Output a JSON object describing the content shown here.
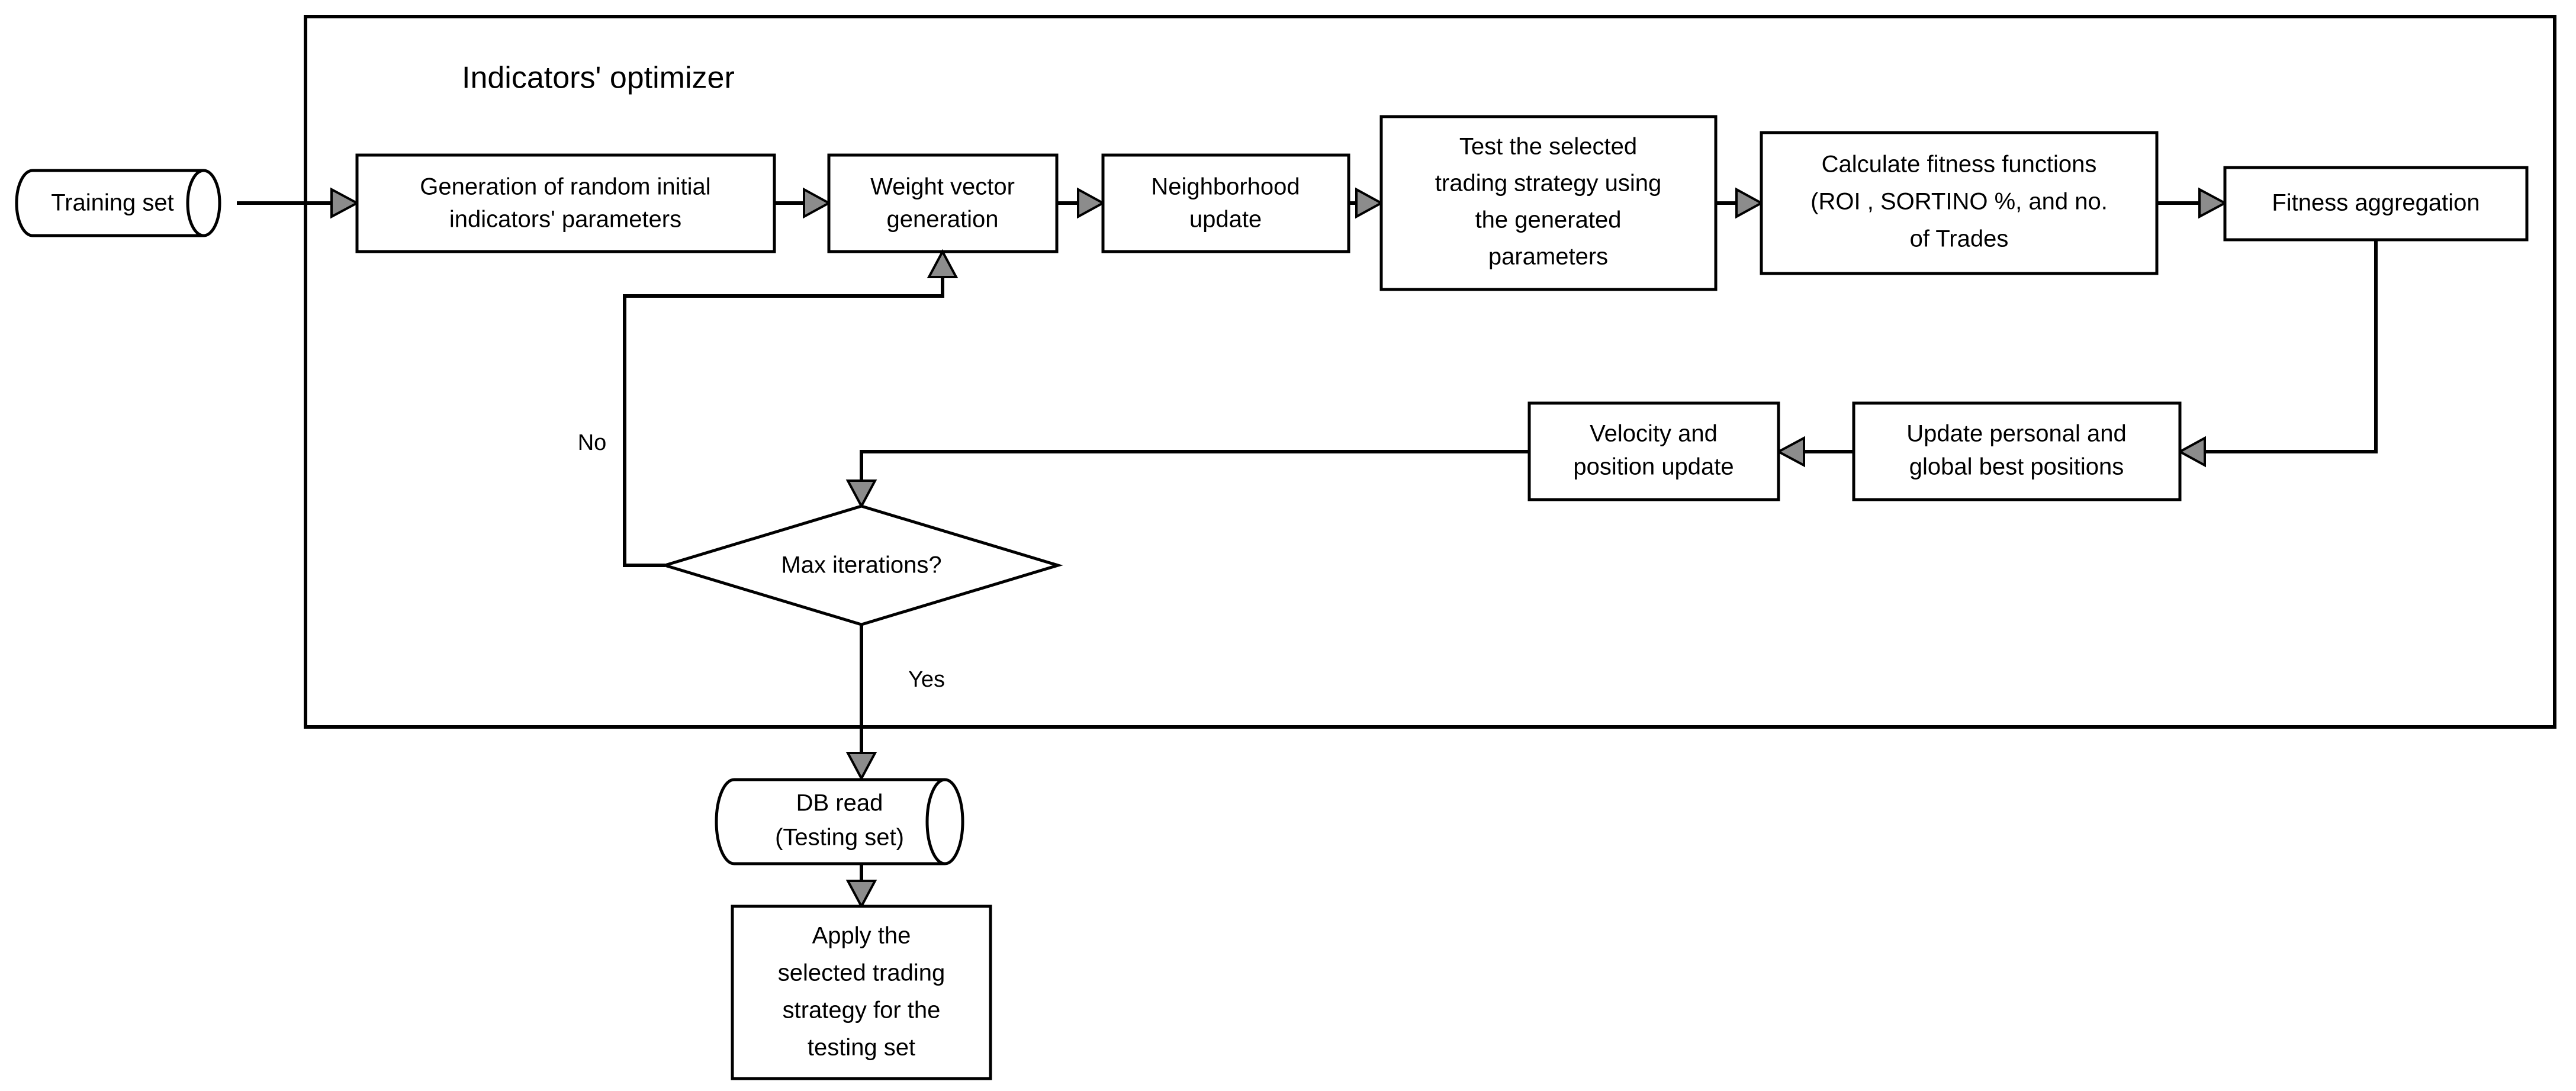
{
  "diagram": {
    "title": "Indicators' optimizer",
    "container_label": "Indicators' optimizer",
    "nodes": {
      "training_set": {
        "label": "Training set",
        "shape": "cylinder"
      },
      "generation": {
        "line1": "Generation of random initial",
        "line2": "indicators' parameters",
        "shape": "process"
      },
      "weight_vector": {
        "line1": "Weight vector",
        "line2": "generation",
        "shape": "process"
      },
      "neighborhood": {
        "line1": "Neighborhood",
        "line2": "update",
        "shape": "process"
      },
      "test_strategy": {
        "line1": "Test the selected",
        "line2": "trading strategy using",
        "line3": "the generated",
        "line4": "parameters",
        "shape": "process"
      },
      "calculate_fitness": {
        "line1": "Calculate fitness functions",
        "line2": "(ROI , SORTINO %, and no.",
        "line3": "of  Trades",
        "shape": "process"
      },
      "fitness_aggregation": {
        "line1": "Fitness aggregation",
        "shape": "process"
      },
      "update_best": {
        "line1": "Update personal and",
        "line2": "global best positions",
        "shape": "process"
      },
      "velocity_position": {
        "line1": "Velocity and",
        "line2": "position update",
        "shape": "process"
      },
      "max_iterations": {
        "label": "Max iterations?",
        "shape": "decision"
      },
      "db_read": {
        "line1": "DB read",
        "line2": "(Testing set)",
        "shape": "cylinder"
      },
      "apply_strategy": {
        "line1": "Apply the",
        "line2": "selected trading",
        "line3": "strategy for the",
        "line4": "testing set",
        "shape": "process"
      }
    },
    "edge_labels": {
      "no": "No",
      "yes": "Yes"
    },
    "colors": {
      "stroke": "#000000",
      "fill": "#ffffff",
      "arrowhead_fill": "#8c8c8c"
    }
  }
}
